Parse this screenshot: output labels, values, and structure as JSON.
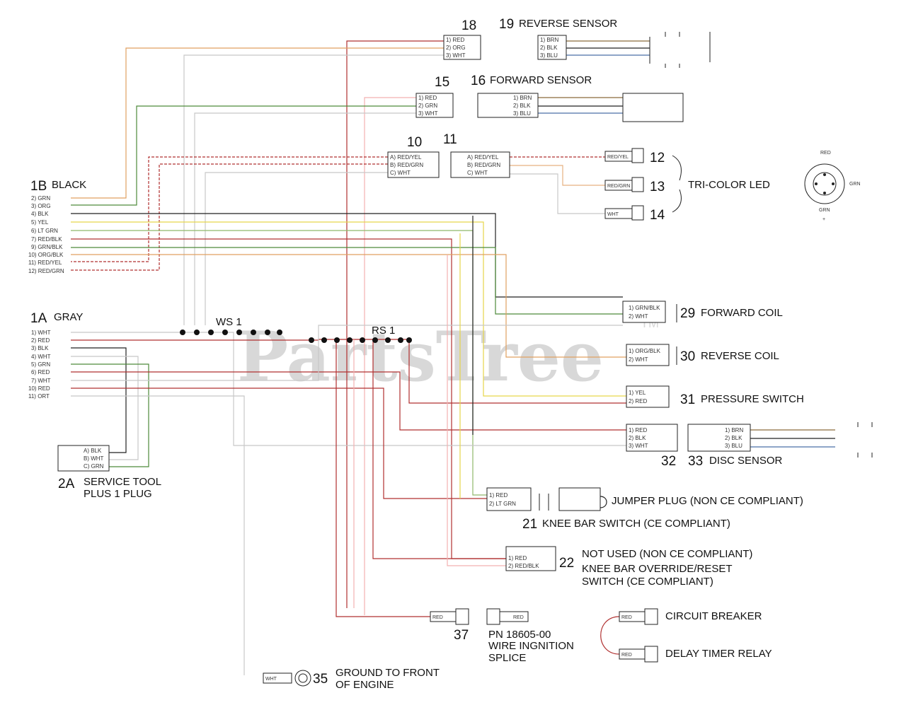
{
  "watermark": {
    "text": "PartsTree",
    "tm": "TM"
  },
  "connectors": {
    "c18": {
      "num": "18",
      "pins": [
        "1) RED",
        "2) ORG",
        "3) WHT"
      ]
    },
    "c19": {
      "num": "19",
      "title": "REVERSE SENSOR",
      "pins": [
        "1) BRN",
        "2) BLK",
        "3) BLU"
      ]
    },
    "c15": {
      "num": "15",
      "pins": [
        "1) RED",
        "2) GRN",
        "3) WHT"
      ]
    },
    "c16": {
      "num": "16",
      "title": "FORWARD SENSOR",
      "pins": [
        "1) BRN",
        "2) BLK",
        "3) BLU"
      ]
    },
    "c10": {
      "num": "10",
      "pins": [
        "A) RED/YEL",
        "B) RED/GRN",
        "C) WHT"
      ]
    },
    "c11": {
      "num": "11",
      "pins": [
        "A) RED/YEL",
        "B) RED/GRN",
        "C) WHT"
      ]
    },
    "c12": {
      "num": "12",
      "wire": "RED/YEL"
    },
    "c13": {
      "num": "13",
      "wire": "RED/GRN"
    },
    "c14": {
      "num": "14",
      "wire": "WHT"
    },
    "led": {
      "title": "TRI-COLOR LED",
      "pins": [
        "RED",
        "GRN",
        "GRN",
        "+"
      ]
    },
    "c1b": {
      "num": "1B",
      "title": "BLACK",
      "pins": [
        "2) GRN",
        "3) ORG",
        "4) BLK",
        "5) YEL",
        "6) LT GRN",
        "7) RED/BLK",
        "9) GRN/BLK",
        "10) ORG/BLK",
        "11) RED/YEL",
        "12) RED/GRN"
      ]
    },
    "c1a": {
      "num": "1A",
      "title": "GRAY",
      "pins": [
        "1) WHT",
        "2) RED",
        "3) BLK",
        "4) WHT",
        "5) GRN",
        "6) RED",
        "7) WHT",
        "10) RED",
        "11) ORT"
      ]
    },
    "ws1": {
      "label": "WS 1"
    },
    "rs1": {
      "label": "RS 1"
    },
    "c29": {
      "num": "29",
      "title": "FORWARD COIL",
      "pins": [
        "1) GRN/BLK",
        "2) WHT"
      ]
    },
    "c30": {
      "num": "30",
      "title": "REVERSE COIL",
      "pins": [
        "1) ORG/BLK",
        "2) WHT"
      ]
    },
    "c31": {
      "num": "31",
      "title": "PRESSURE SWITCH",
      "pins": [
        "1) YEL",
        "2) RED"
      ]
    },
    "c32": {
      "num": "32",
      "pins": [
        "1) RED",
        "2) BLK",
        "3) WHT"
      ]
    },
    "c33": {
      "num": "33",
      "title": "DISC SENSOR",
      "pins": [
        "1) BRN",
        "2) BLK",
        "3) BLU"
      ]
    },
    "c2a": {
      "num": "2A",
      "title_line1": "SERVICE TOOL",
      "title_line2": "PLUS 1 PLUG",
      "pins": [
        "A) BLK",
        "B) WHT",
        "C) GRN"
      ]
    },
    "c21": {
      "num": "21",
      "title": "KNEE BAR SWITCH (CE COMPLIANT)",
      "jumper": "JUMPER PLUG (NON CE COMPLIANT)",
      "pins": [
        "1) RED",
        "2) LT GRN"
      ]
    },
    "c22": {
      "num": "22",
      "line1": "NOT USED (NON CE COMPLIANT)",
      "line2": "KNEE BAR OVERRIDE/RESET",
      "line3": "SWITCH (CE COMPLIANT)",
      "pins": [
        "1) RED",
        "2) RED/BLK"
      ]
    },
    "c37": {
      "num": "37",
      "wire": "RED"
    },
    "splice": {
      "wire": "RED",
      "line1": "PN 18605-00",
      "line2": "WIRE INGNITION",
      "line3": "SPLICE"
    },
    "cb": {
      "title": "CIRCUIT BREAKER",
      "wire": "RED"
    },
    "dtr": {
      "title": "DELAY TIMER RELAY",
      "wire": "RED"
    },
    "c35": {
      "num": "35",
      "wire": "WHT",
      "line1": "GROUND TO FRONT",
      "line2": "OF ENGINE"
    }
  },
  "colors": {
    "red": "#b03030",
    "orange": "#e0a060",
    "yellow": "#e6d64a",
    "green": "#4e8a3a",
    "ltgreen": "#8fb86a",
    "black": "#222222",
    "white": "#c8c8c8",
    "pink": "#f2b0b0",
    "brown": "#8a6a3a",
    "blue": "#4a6fa8"
  }
}
